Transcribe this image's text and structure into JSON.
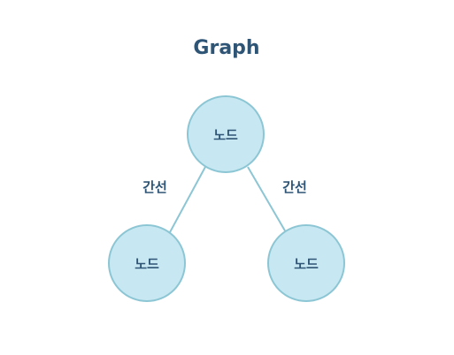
{
  "title": "Graph",
  "colors": {
    "title": "#2f5576",
    "node_fill": "#c7e8f2",
    "node_stroke": "#8cc6d4",
    "edge_stroke": "#8cc6d4",
    "label_text": "#2f5576"
  },
  "nodes": [
    {
      "id": "top",
      "label": "노드"
    },
    {
      "id": "bottom-left",
      "label": "노드"
    },
    {
      "id": "bottom-right",
      "label": "노드"
    }
  ],
  "edges": [
    {
      "from": "top",
      "to": "bottom-left",
      "label": "간선"
    },
    {
      "from": "top",
      "to": "bottom-right",
      "label": "간선"
    }
  ]
}
